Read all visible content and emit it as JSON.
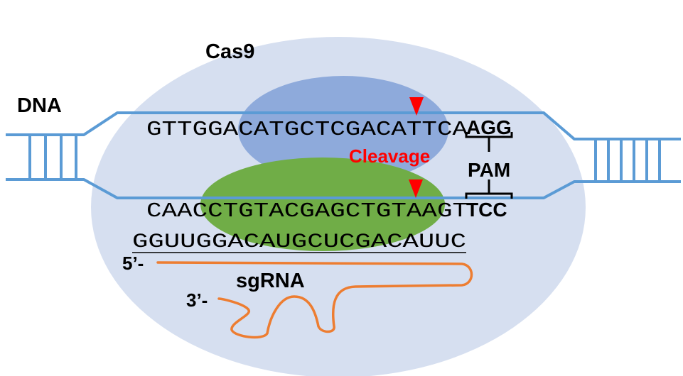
{
  "labels": {
    "protein": "Cas9",
    "dna": "DNA",
    "cleavage": "Cleavage",
    "pam": "PAM",
    "sgrna": "sgRNA",
    "five_prime": "5’-",
    "three_prime": "3’-"
  },
  "sequences": {
    "top_strand": "GTTGGACATGCTCGACATTCA",
    "top_pam": "AGG",
    "bottom_strand": "CAACCTGTACGAGCTGTAAGT",
    "bottom_pam": "TCC",
    "guide_rna": "GGUUGGACAUGCUCGACAUUC"
  },
  "colors": {
    "cas9_body": "#d6dff0",
    "upper_lobe": "#8eaadb",
    "lower_lobe": "#70ad47",
    "dna_strand": "#5b9bd5",
    "cleavage_marker": "#ff0000",
    "sgrna": "#ed7d31",
    "text": "#000000"
  }
}
